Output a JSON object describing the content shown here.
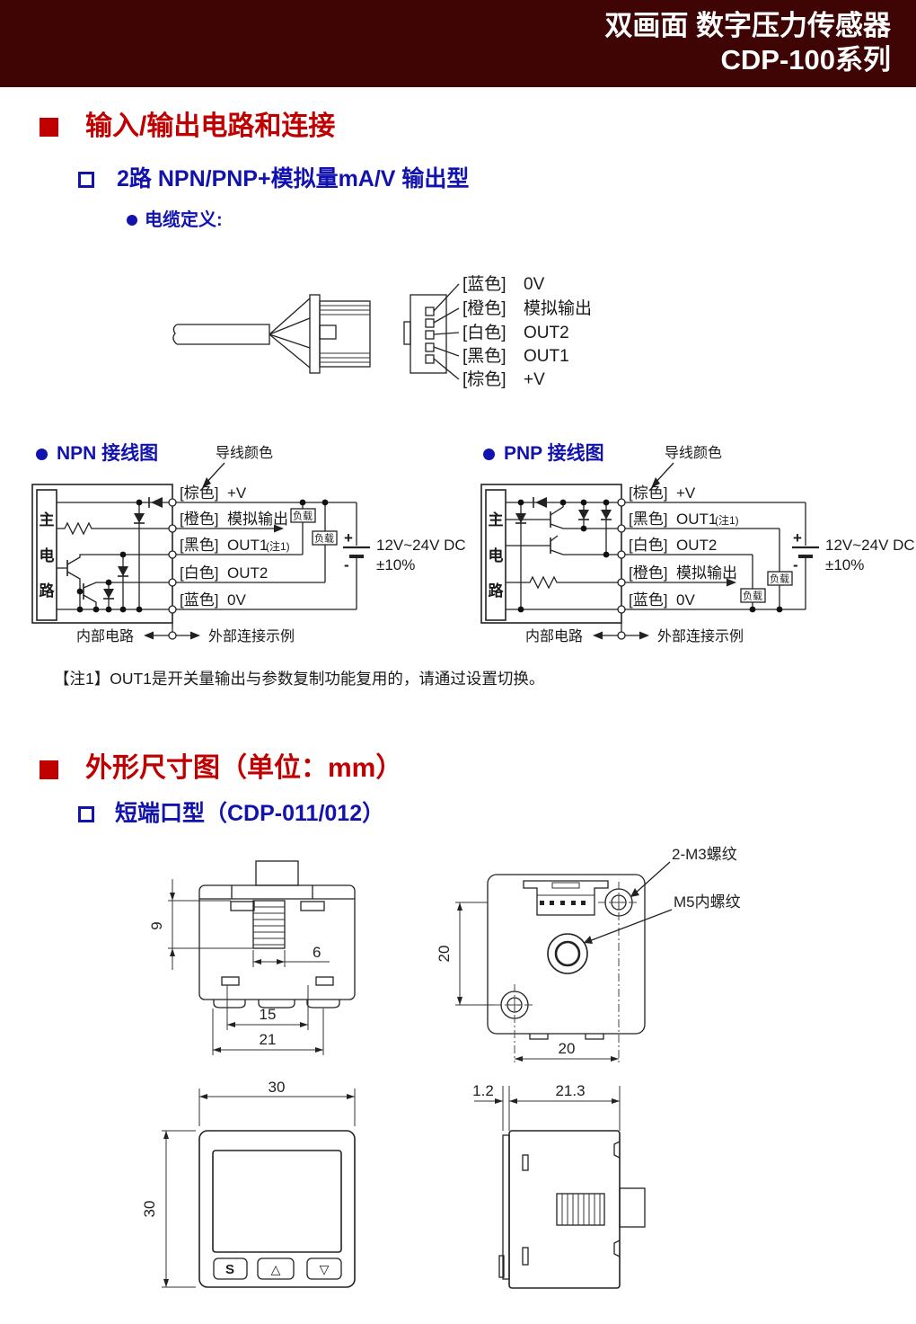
{
  "header": {
    "line1": "双画面 数字压力传感器",
    "line2": "CDP-100系列"
  },
  "io_section": {
    "title": "输入/输出电路和连接",
    "subsection": "2路 NPN/PNP+模拟量mA/V  输出型",
    "cable_label": "电缆定义:"
  },
  "cable_pins": [
    {
      "color": "[蓝色]",
      "signal": "0V"
    },
    {
      "color": "[橙色]",
      "signal": "模拟输出"
    },
    {
      "color": "[白色]",
      "signal": "OUT2"
    },
    {
      "color": "[黑色]",
      "signal": "OUT1"
    },
    {
      "color": "[棕色]",
      "signal": "+V"
    }
  ],
  "wiring_common": {
    "wire_color_label": "导线颜色",
    "main_circuit": [
      "主",
      "电",
      "路"
    ],
    "load": "负载",
    "plus": "+",
    "minus": "-",
    "supply": "12V~24V DC",
    "tolerance": "±10%",
    "internal": "内部电路",
    "external": "外部连接示例",
    "note_ref": "(注1)"
  },
  "npn": {
    "title": "NPN 接线图",
    "wires": [
      {
        "color": "[棕色]",
        "signal": "+V"
      },
      {
        "color": "[橙色]",
        "signal": "模拟输出"
      },
      {
        "color": "[黑色]",
        "signal": "OUT1"
      },
      {
        "color": "[白色]",
        "signal": "OUT2"
      },
      {
        "color": "[蓝色]",
        "signal": "0V"
      }
    ]
  },
  "pnp": {
    "title": "PNP 接线图",
    "wires": [
      {
        "color": "[棕色]",
        "signal": "+V"
      },
      {
        "color": "[黑色]",
        "signal": "OUT1"
      },
      {
        "color": "[白色]",
        "signal": "OUT2"
      },
      {
        "color": "[橙色]",
        "signal": "模拟输出"
      },
      {
        "color": "[蓝色]",
        "signal": "0V"
      }
    ]
  },
  "note1": "【注1】OUT1是开关量输出与参数复制功能复用的，请通过设置切换。",
  "dim_section": {
    "title": "外形尺寸图（单位：mm）",
    "subsection": "短端口型（CDP-011/012）"
  },
  "dims": {
    "top_view": {
      "h": "9",
      "w_port": "6",
      "w_inner": "15",
      "w_outer": "21"
    },
    "back_view": {
      "v": "20",
      "h": "20",
      "m3": "2-M3螺纹",
      "m5": "M5内螺纹"
    },
    "front_view": {
      "w": "30",
      "h": "30",
      "btn_s": "S",
      "btn_up": "△",
      "btn_down": "▽"
    },
    "side_view": {
      "bezel": "1.2",
      "depth": "21.3"
    }
  },
  "colors": {
    "header_bg": "#3F0404",
    "red": "#C00000",
    "blue": "#1212AE"
  }
}
